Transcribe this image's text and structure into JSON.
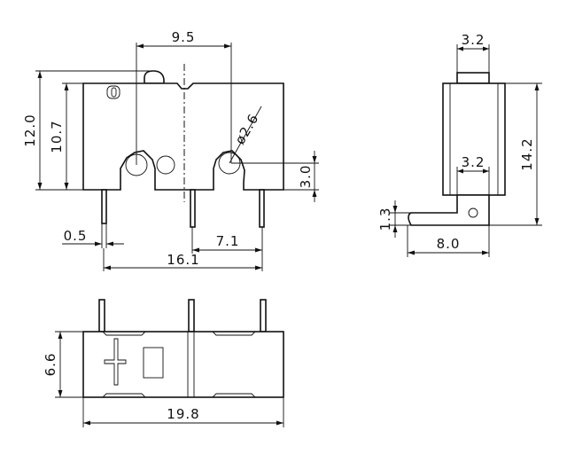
{
  "dimensions": {
    "top_width_9_5": "9.5",
    "total_height_12_0": "12.0",
    "body_height_10_7": "10.7",
    "hole_diameter": "ø2.6",
    "hole_offset_3_0": "3.0",
    "terminal_thickness": "0.5",
    "terminal_pitch": "7.1",
    "terminal_span": "16.1",
    "actuator_width": "3.2",
    "side_height": "14.2",
    "terminal_width": "3.2",
    "terminal_height_1_3": "1.3",
    "terminal_length": "8.0",
    "body_thickness": "6.6",
    "body_length": "19.8"
  }
}
